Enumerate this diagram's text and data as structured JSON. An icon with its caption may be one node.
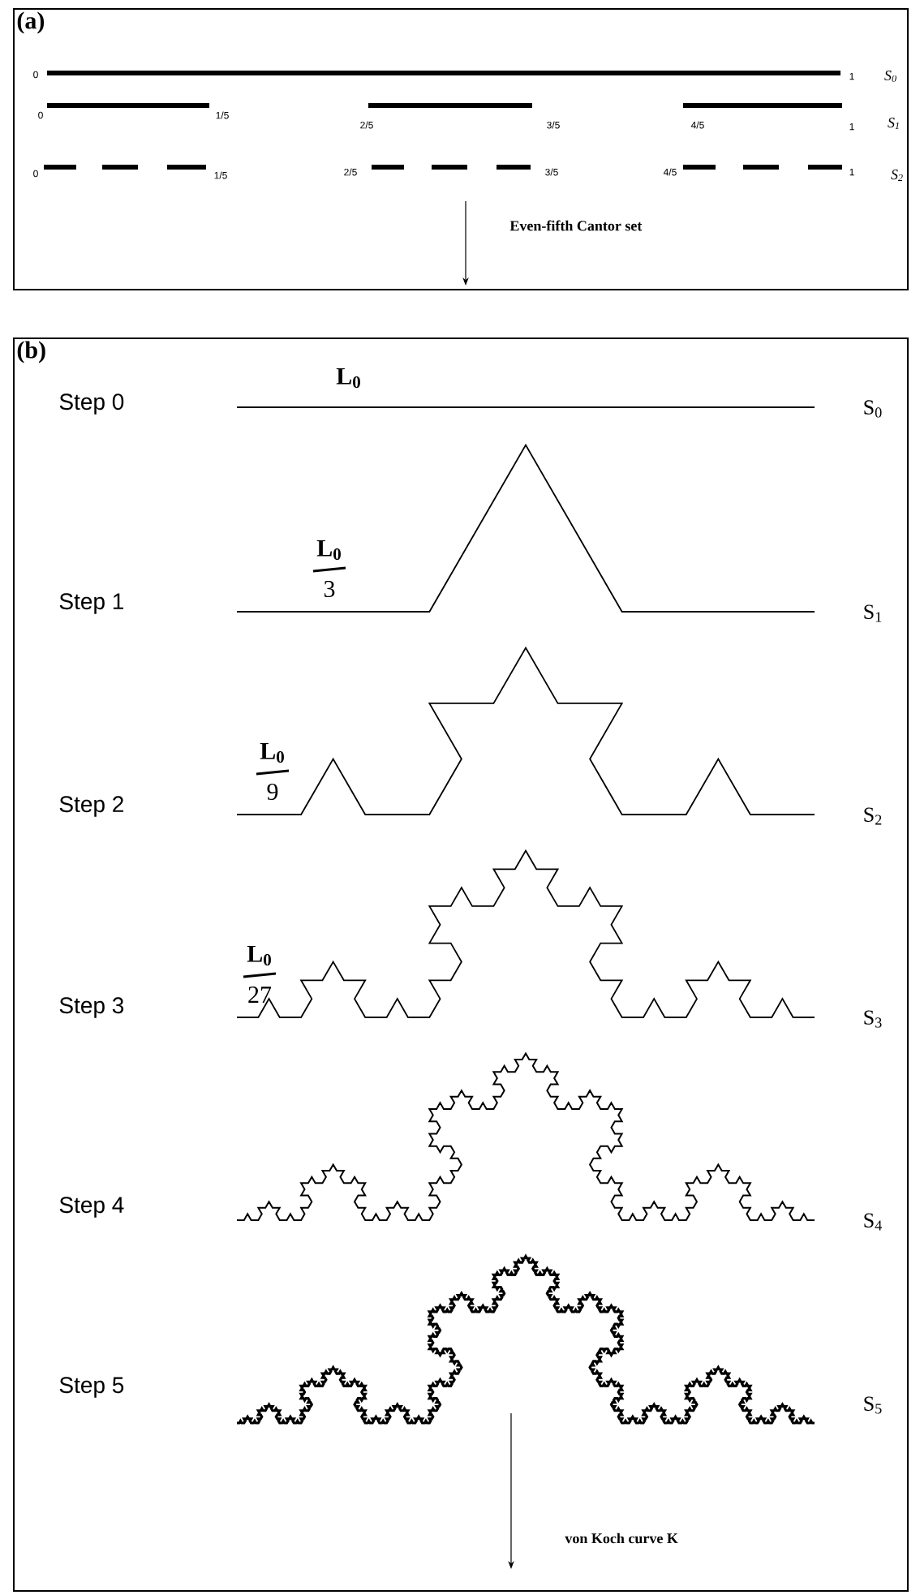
{
  "diagram": {
    "nodes": [
      {
        "text": [
          "(a)"
        ]
      },
      {
        "text": [
          "(b)"
        ]
      }
    ],
    "labels": [
      "0",
      "1",
      "S$_{0}$",
      "0",
      "1/5",
      "2/5",
      "3/5",
      "4/5",
      "1",
      "S$_{1}$",
      "0",
      "1/5",
      "2/5",
      "3/5",
      "4/5",
      "1",
      "S$_{2}$",
      "Even-fifth Cantor set",
      "Step 0",
      "L$_{0}$",
      "S$_{0}$",
      "Step 1",
      "L$_{0}$",
      "3",
      "S$_{1}$",
      "Step 2",
      "L$_{0}$",
      "9",
      "S$_{2}$",
      "Step 3",
      "L$_{0}$",
      "27",
      "S$_{3}$",
      "Step 4",
      "S$_{4}$",
      "Step 5",
      "S$_{5}$",
      "von Koch curve K"
    ]
  }
}
